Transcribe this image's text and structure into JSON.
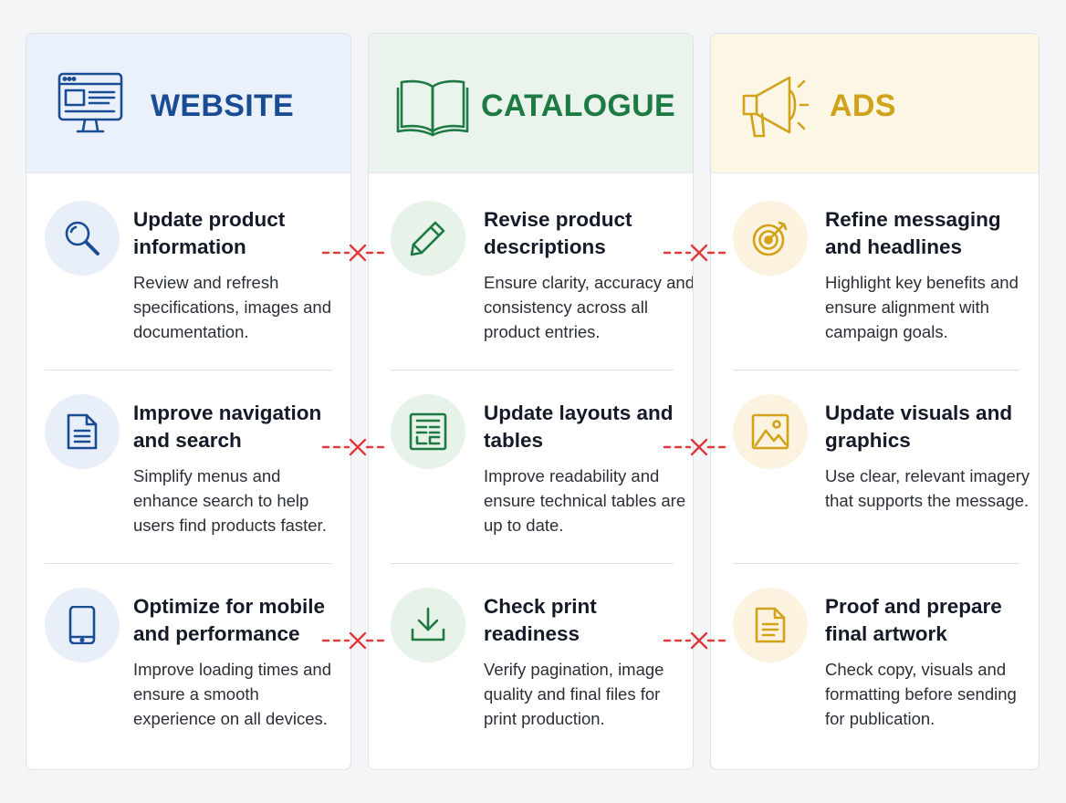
{
  "colors": {
    "website": "#1a4c95",
    "catalogue": "#1d7a43",
    "ads": "#d2a21b",
    "connector": "#e03a3a"
  },
  "columns": [
    {
      "key": "website",
      "title": "WEBSITE",
      "icon": "monitor-icon",
      "items": [
        {
          "icon": "magnifier-icon",
          "title": "Update product information",
          "desc": "Review and refresh specifications, images and documentation."
        },
        {
          "icon": "document-icon",
          "title": "Improve navigation and search",
          "desc": "Simplify menus and enhance search to help users find products faster."
        },
        {
          "icon": "smartphone-icon",
          "title": "Optimize for mobile and performance",
          "desc": "Improve loading times and ensure a smooth experience on all devices."
        }
      ]
    },
    {
      "key": "catalogue",
      "title": "CATALOGUE",
      "icon": "open-book-icon",
      "items": [
        {
          "icon": "pencil-icon",
          "title": "Revise product descriptions",
          "desc": "Ensure clarity, accuracy and consistency across all product entries."
        },
        {
          "icon": "layout-table-icon",
          "title": "Update layouts and tables",
          "desc": "Improve readability and ensure technical tables are up to date."
        },
        {
          "icon": "download-icon",
          "title": "Check print readiness",
          "desc": "Verify pagination, image quality and final files for print production."
        }
      ]
    },
    {
      "key": "ads",
      "title": "ADS",
      "icon": "megaphone-icon",
      "items": [
        {
          "icon": "target-icon",
          "title": "Refine messaging and headlines",
          "desc": "Highlight key benefits and ensure alignment with campaign goals."
        },
        {
          "icon": "image-icon",
          "title": "Update visuals and graphics",
          "desc": "Use clear, relevant imagery that supports the message."
        },
        {
          "icon": "document-icon",
          "title": "Proof and prepare final artwork",
          "desc": "Check copy, visuals and formatting before sending for publication."
        }
      ]
    }
  ]
}
